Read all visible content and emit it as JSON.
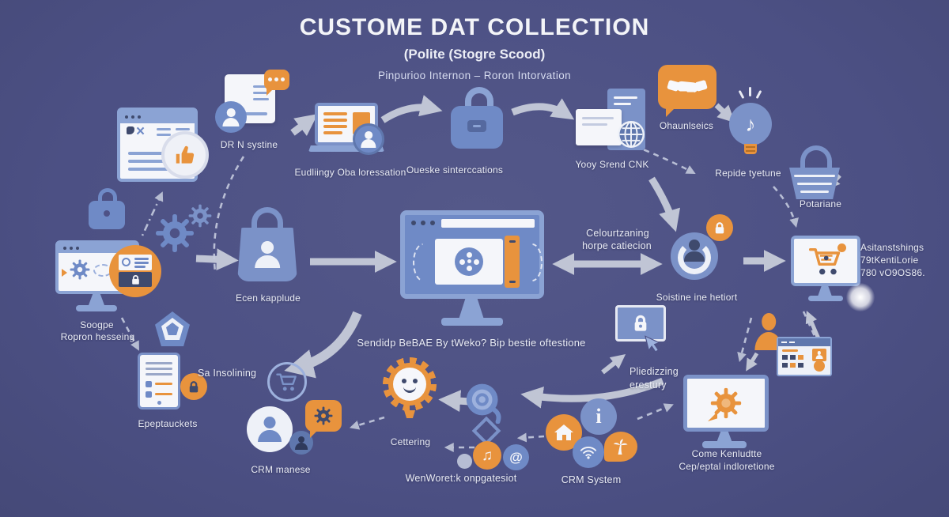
{
  "title": "Custome Dat Collection",
  "subtitle": "(Polite (Stogre Scood)",
  "tagline": "Pinpurioo Internon  –  Roron Intorvation",
  "colors": {
    "background": "#4e5286",
    "panel_blue": "#7b92c8",
    "icon_blue": "#6f8ac6",
    "light_blue": "#8ba3d4",
    "pale_blue": "#aebde0",
    "white": "#f5f6fa",
    "orange": "#e8933d",
    "navy": "#3f4a6d",
    "arrow": "#c9cedb",
    "text": "#e9ebf4"
  },
  "labels": {
    "dr_n": "DR N systine",
    "laptop": "Eudliingy Oba loressation",
    "lock": "Oueske sinterccations",
    "docs": "Yooy Srend CNK",
    "handshake": "Ohaunlseics",
    "bulb": "Repide tyetune",
    "basket": "Potariane",
    "monitor_left_1": "Soogpe",
    "monitor_left_2": "Ropron hesseing",
    "bag": "Ecen kapplude",
    "monitor_center": "Sendidp BeBAE By tWeko? Bip bestie oftestione",
    "sync_1": "Celourtzaning",
    "sync_2": "horpe catiecion",
    "person_lock": "Soistine ine hetiort",
    "monitor_cart_1": "Asitanstshings",
    "monitor_cart_2": "79tKentiLorie",
    "monitor_cart_3": "780 vO9OS86.",
    "tablet": "Epeptauckets",
    "sa": "Sa Insolining",
    "crm_person": "CRM manese",
    "smiley": "Cettering",
    "network": "WenWoret:k onpgatesiot",
    "crm_system": "CRM System",
    "privacy_1": "Pliedizzing",
    "privacy_2": "erestury",
    "monitor_gear_1": "Come Kenludtte",
    "monitor_gear_2": "Cep/eptal indloretione"
  },
  "icons": {
    "browser-window-icon": "css window with lines and x",
    "thumbs-up-icon": "svg thumb in white circle",
    "chat-bubble-icon": "orange bubble with 3 dots",
    "user-avatar-icon": "person silhouette in circle",
    "laptop-icon": "laptop with orange text lines",
    "padlock-icon": "svg padlock",
    "documents-icon": "stacked docs with globe badge",
    "handshake-icon": "white handshake in orange bubble",
    "lightbulb-music-icon": "blue bulb with music note",
    "basket-icon": "blue shopping basket",
    "gears-icon": "two gears",
    "monitor-icon": "desktop monitor",
    "id-card-icon": "id card with lock in orange circle",
    "pentagon-icon": "pentagon outline",
    "shopping-bag-icon": "bag with person silhouette",
    "sync-monitor-icon": "monitor with media card and refresh arrows",
    "user-lock-icon": "person crescent circle with orange lock badge",
    "cart-monitor-icon": "monitor with orange cart",
    "tablet-icon": "tablet document with lock badge",
    "cart-circle-icon": "cart in ring",
    "crm-users-icon": "two persons with gear speech bubble",
    "smiley-gear-icon": "orange sun gear with smiley face",
    "eye-swirl-icon": "blue swirl eye",
    "diamond-icon": "diamond outline",
    "music-note-icon": "music note circle",
    "at-sign-icon": "at sign circle",
    "house-icon": "house in orange circle",
    "info-icon": "letter i in circle",
    "wifi-icon": "wifi arcs in circle",
    "palm-bubble-icon": "palm tree in orange bubble",
    "privacy-screen-icon": "screen with lock and hand cursor",
    "person-orange-icon": "orange person silhouette",
    "contact-panel-icon": "small contact grid panel",
    "gear-monitor-icon": "monitor with orange gear bubble"
  }
}
